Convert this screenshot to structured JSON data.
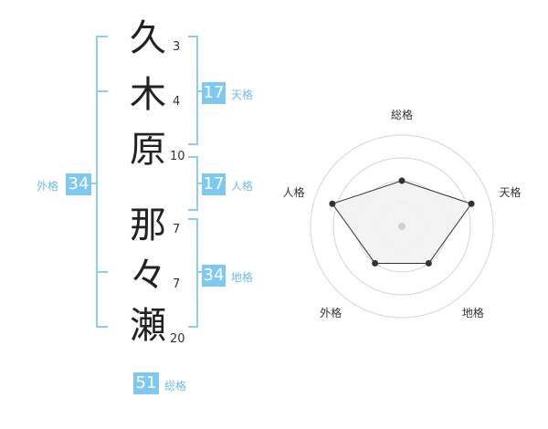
{
  "name": {
    "chars": [
      {
        "char": "久",
        "strokes": "3"
      },
      {
        "char": "木",
        "strokes": "4"
      },
      {
        "char": "原",
        "strokes": "10"
      },
      {
        "char": "那",
        "strokes": "7"
      },
      {
        "char": "々",
        "strokes": "7"
      },
      {
        "char": "瀬",
        "strokes": "20"
      }
    ]
  },
  "kakusu": {
    "tenkaku": {
      "value": "17",
      "label": "天格"
    },
    "jinkaku": {
      "value": "17",
      "label": "人格"
    },
    "chikaku": {
      "value": "34",
      "label": "地格"
    },
    "gaikaku": {
      "value": "34",
      "label": "外格"
    },
    "soukaku": {
      "value": "51",
      "label": "総格"
    }
  },
  "colors": {
    "accent": "#7ec8f2",
    "accent_text": "#6bbde8",
    "bracket": "#8ccdf0",
    "radar_fill": "#f2f2f2"
  },
  "chart_data": {
    "type": "radar",
    "categories": [
      "総格",
      "天格",
      "地格",
      "外格",
      "人格"
    ],
    "values": [
      2.5,
      4,
      2.5,
      2.5,
      4
    ],
    "range": [
      0,
      5
    ],
    "rings": 4
  }
}
